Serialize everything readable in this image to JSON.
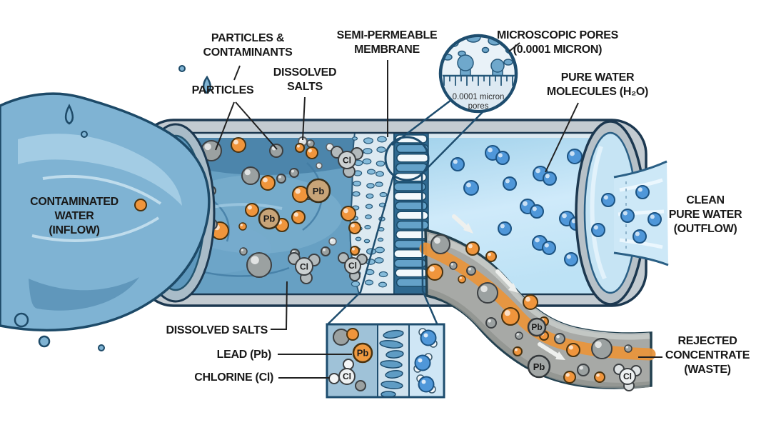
{
  "labels": {
    "particles_contaminants": {
      "lines": [
        "PARTICLES &",
        "CONTAMINANTS"
      ]
    },
    "particles": "PARTICLES",
    "dissolved_salts_top": {
      "lines": [
        "DISSOLVED",
        "SALTS"
      ]
    },
    "semi_permeable_membrane": {
      "lines": [
        "SEMI-PERMEABLE",
        "MEMBRANE"
      ]
    },
    "microscopic_pores": {
      "lines": [
        "MICROSCOPIC PORES",
        "(0.0001 MICRON)"
      ]
    },
    "pure_water_molecules": {
      "lines": [
        "PURE WATER",
        "MOLECULES (H₂O)"
      ]
    },
    "contaminated_water": {
      "lines": [
        "CONTAMINATED",
        "WATER",
        "(INFLOW)"
      ]
    },
    "clean_pure_water": {
      "lines": [
        "CLEAN",
        "PURE WATER",
        "(OUTFLOW)"
      ]
    },
    "dissolved_salts_bottom": "DISSOLVED SALTS",
    "lead": "LEAD (Pb)",
    "chlorine": "CHLORINE (Cl)",
    "rejected_concentrate": {
      "lines": [
        "REJECTED",
        "CONCENTRATE",
        "(WASTE)"
      ]
    }
  },
  "magnifier": {
    "caption": {
      "lines": [
        "0.0001 micron",
        "pores"
      ]
    }
  },
  "symbols": {
    "lead": "Pb",
    "chlorine": "Cl"
  },
  "colors": {
    "contaminated_water": "#67a0c3",
    "clean_water": "#cde8f7",
    "membrane_blue": "#64a2c9",
    "particle_orange": "#f0953c",
    "particle_gray": "#9ba1a1",
    "water_molecule_blue": "#4f97d9",
    "waste_gray": "#a7a9a6",
    "waste_orange": "#e8953c",
    "outline_dark": "#1c3850",
    "label_text": "#191919"
  }
}
